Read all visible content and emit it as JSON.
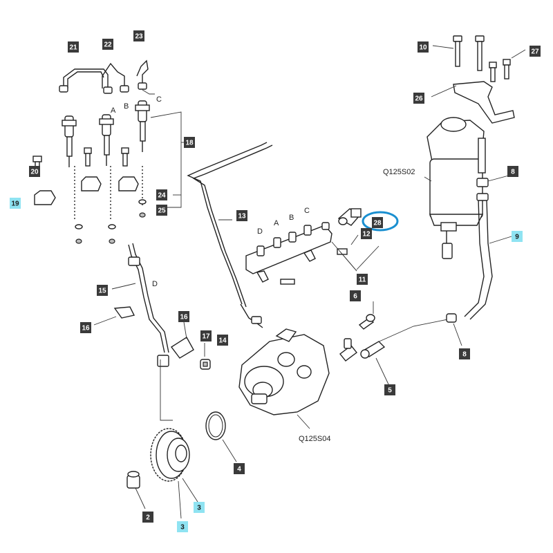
{
  "diagram": {
    "callouts": [
      {
        "id": "c21",
        "label": "21",
        "highlight": false
      },
      {
        "id": "c22",
        "label": "22",
        "highlight": false
      },
      {
        "id": "c23",
        "label": "23",
        "highlight": false
      },
      {
        "id": "c10",
        "label": "10",
        "highlight": false
      },
      {
        "id": "c27",
        "label": "27",
        "highlight": false
      },
      {
        "id": "c26",
        "label": "26",
        "highlight": false
      },
      {
        "id": "c18",
        "label": "18",
        "highlight": false
      },
      {
        "id": "c20",
        "label": "20",
        "highlight": false
      },
      {
        "id": "c19",
        "label": "19",
        "highlight": true
      },
      {
        "id": "c24",
        "label": "24",
        "highlight": false
      },
      {
        "id": "c25",
        "label": "25",
        "highlight": false
      },
      {
        "id": "c8a",
        "label": "8",
        "highlight": false
      },
      {
        "id": "c13",
        "label": "13",
        "highlight": false
      },
      {
        "id": "c28",
        "label": "28",
        "highlight": false
      },
      {
        "id": "c12",
        "label": "12",
        "highlight": false
      },
      {
        "id": "c9",
        "label": "9",
        "highlight": true
      },
      {
        "id": "c11",
        "label": "11",
        "highlight": false
      },
      {
        "id": "c15",
        "label": "15",
        "highlight": false
      },
      {
        "id": "c6",
        "label": "6",
        "highlight": false
      },
      {
        "id": "c16a",
        "label": "16",
        "highlight": false
      },
      {
        "id": "c16b",
        "label": "16",
        "highlight": false
      },
      {
        "id": "c17",
        "label": "17",
        "highlight": false
      },
      {
        "id": "c14",
        "label": "14",
        "highlight": false
      },
      {
        "id": "c8b",
        "label": "8",
        "highlight": false
      },
      {
        "id": "c5",
        "label": "5",
        "highlight": false
      },
      {
        "id": "c4",
        "label": "4",
        "highlight": false
      },
      {
        "id": "c3a",
        "label": "3",
        "highlight": true
      },
      {
        "id": "c2",
        "label": "2",
        "highlight": false
      },
      {
        "id": "c3b",
        "label": "3",
        "highlight": true
      }
    ],
    "letters": {
      "inj_A": "A",
      "inj_B": "B",
      "inj_C": "C",
      "rail_D": "D",
      "rail_A": "A",
      "rail_B": "B",
      "rail_C": "C",
      "line_D": "D"
    },
    "assembly_labels": {
      "filter": "Q125S02",
      "pump": "Q125S04"
    },
    "colors": {
      "badge": "#3a3a3a",
      "badge_highlight": "#8fe3f2",
      "circle_marker": "#1a8fd0"
    }
  }
}
